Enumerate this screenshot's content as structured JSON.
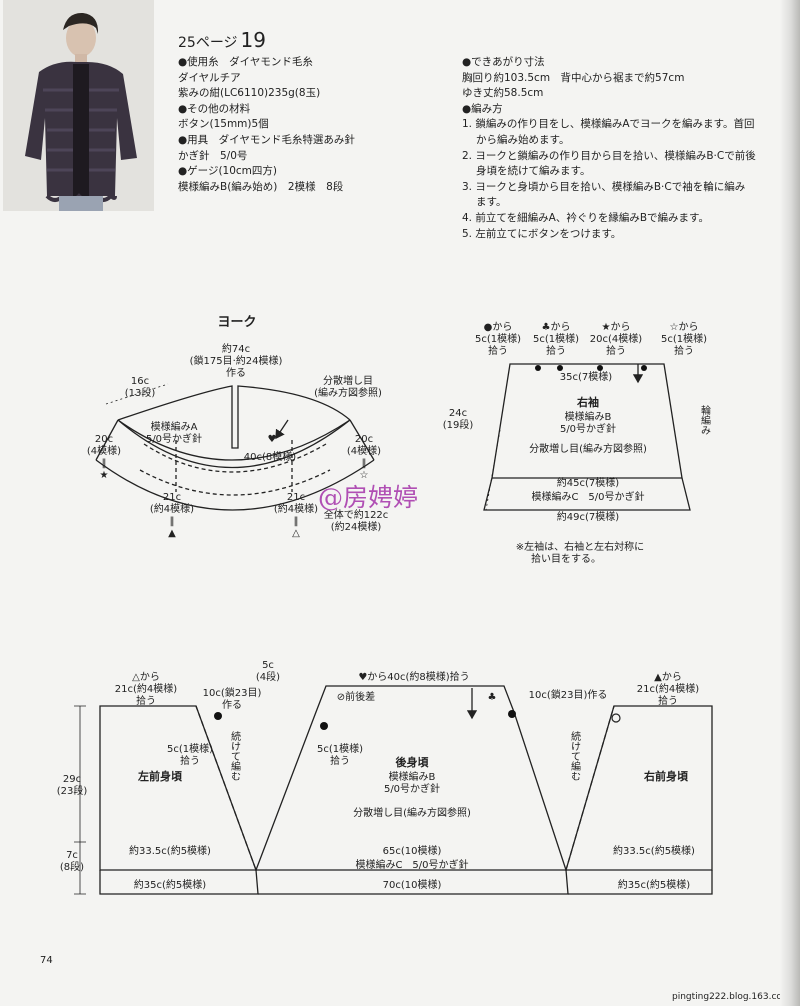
{
  "header": {
    "page_label": "25ページ",
    "page_number": "19"
  },
  "materials": [
    "●使用糸　ダイヤモンド毛糸",
    "ダイヤルチア",
    "紫みの紺(LC6110)235g(8玉)",
    "●その他の材料",
    "ボタン(15mm)5個",
    "●用具　ダイヤモンド毛糸特選あみ針",
    "かぎ針　5/0号",
    "●ゲージ(10cm四方)",
    "模様編みB(編み始め)　2模様　8段"
  ],
  "finish": [
    "●できあがり寸法",
    "胸回り約103.5cm　背中心から裾まで約57cm",
    "ゆき丈約58.5cm",
    "●編み方"
  ],
  "steps": [
    {
      "text": "1. 鎖編みの作り目をし、模様編みAでヨークを編みます。首回",
      "indent": false
    },
    {
      "text": "から編み始めます。",
      "indent": true
    },
    {
      "text": "2. ヨークと鎖編みの作り目から目を拾い、模様編みB·Cで前後",
      "indent": false
    },
    {
      "text": "身頃を続けて編みます。",
      "indent": true
    },
    {
      "text": "3. ヨークと身頃から目を拾い、模様編みB·Cで袖を輪に編み",
      "indent": false
    },
    {
      "text": "ます。",
      "indent": true
    },
    {
      "text": "4. 前立てを細編みA、衿ぐりを縁編みBで編みます。",
      "indent": false
    },
    {
      "text": "5. 左前立てにボタンをつけます。",
      "indent": false
    }
  ],
  "yoke": {
    "title": "ヨーク",
    "top_a": "約74c",
    "top_b": "(鎖175目·約24模様)",
    "top_c": "作る",
    "left_side_a": "16c",
    "left_side_b": "(13段)",
    "incr_a": "分散増し目",
    "incr_b": "(編み方図参照)",
    "pattern_a": "模様編みA",
    "pattern_b": "5/0号かぎ針",
    "heart": "♥",
    "mid": "40c(8模様)",
    "l20a": "20c",
    "l20b": "(4模様)",
    "l20c": "‖",
    "l20d": "★",
    "r20a": "20c",
    "r20b": "(4模様)",
    "r20c": "‖",
    "r20d": "☆",
    "bl_a": "21c",
    "bl_b": "(約4模様)",
    "bl_c": "‖",
    "bl_d": "▲",
    "br_a": "21c",
    "br_b": "(約4模様)",
    "br_c": "‖",
    "br_d": "△",
    "bm_a": "全体で約122c",
    "bm_b": "(約24模様)"
  },
  "sleeve": {
    "pick1_a": "●から",
    "pick1_b": "5c(1模様)",
    "pick1_c": "拾う",
    "pick2_a": "♣から",
    "pick2_b": "5c(1模様)",
    "pick2_c": "拾う",
    "pick3_a": "★から",
    "pick3_b": "20c(4模様)",
    "pick3_c": "拾う",
    "pick4_a": "☆から",
    "pick4_b": "5c(1模様)",
    "pick4_c": "拾う",
    "top_w": "35c(7模様)",
    "h_a": "24c",
    "h_b": "(19段)",
    "title": "右袖",
    "pat_a": "模様編みB",
    "pat_b": "5/0号かぎ針",
    "incr": "分散増し目(編み方図参照)",
    "round": "輪編み",
    "w45": "約45c(7模様)",
    "patc": "模様編みC　5/0号かぎ針",
    "w49": "約49c(7模様)",
    "note_a": "※左袖は、右袖と左右対称に",
    "note_b": "拾い目をする。"
  },
  "body": {
    "tl_a": "△から",
    "tl_b": "21c(約4模様)",
    "tl_c": "拾う",
    "tr_a": "▲から",
    "tr_b": "21c(約4模様)",
    "tr_c": "拾う",
    "arm_l_a": "10c(鎖23目)",
    "arm_l_b": "作る",
    "arm_r": "10c(鎖23目)作る",
    "top5_a": "5c",
    "top5_b": "(4段)",
    "back_pick": "♥から40c(約8模様)拾う",
    "diff": "⊘前後差",
    "club": "♣",
    "p5l_a": "5c(1模様)",
    "p5l_b": "拾う",
    "p5r_a": "5c(1模様)",
    "p5r_b": "拾う",
    "h29_a": "29c",
    "h29_b": "(23段)",
    "h7_a": "7c",
    "h7_b": "(8段)",
    "left_front": "左前身頃",
    "right_front": "右前身頃",
    "back": "後身頃",
    "back_pat_a": "模様編みB",
    "back_pat_b": "5/0号かぎ針",
    "back_incr": "分散増し目(編み方図参照)",
    "cont": "続けて編む",
    "w335l": "約33.5c(約5模様)",
    "w65": "65c(10模様)",
    "w335r": "約33.5c(約5模様)",
    "patc": "模様編みC　5/0号かぎ針",
    "w35l": "約35c(約5模様)",
    "w70": "70c(10模様)",
    "w35r": "約35c(約5模様)"
  },
  "watermark": "@房娉婷",
  "footer": {
    "page": "74",
    "site": "pingting222.blog.163.com"
  }
}
